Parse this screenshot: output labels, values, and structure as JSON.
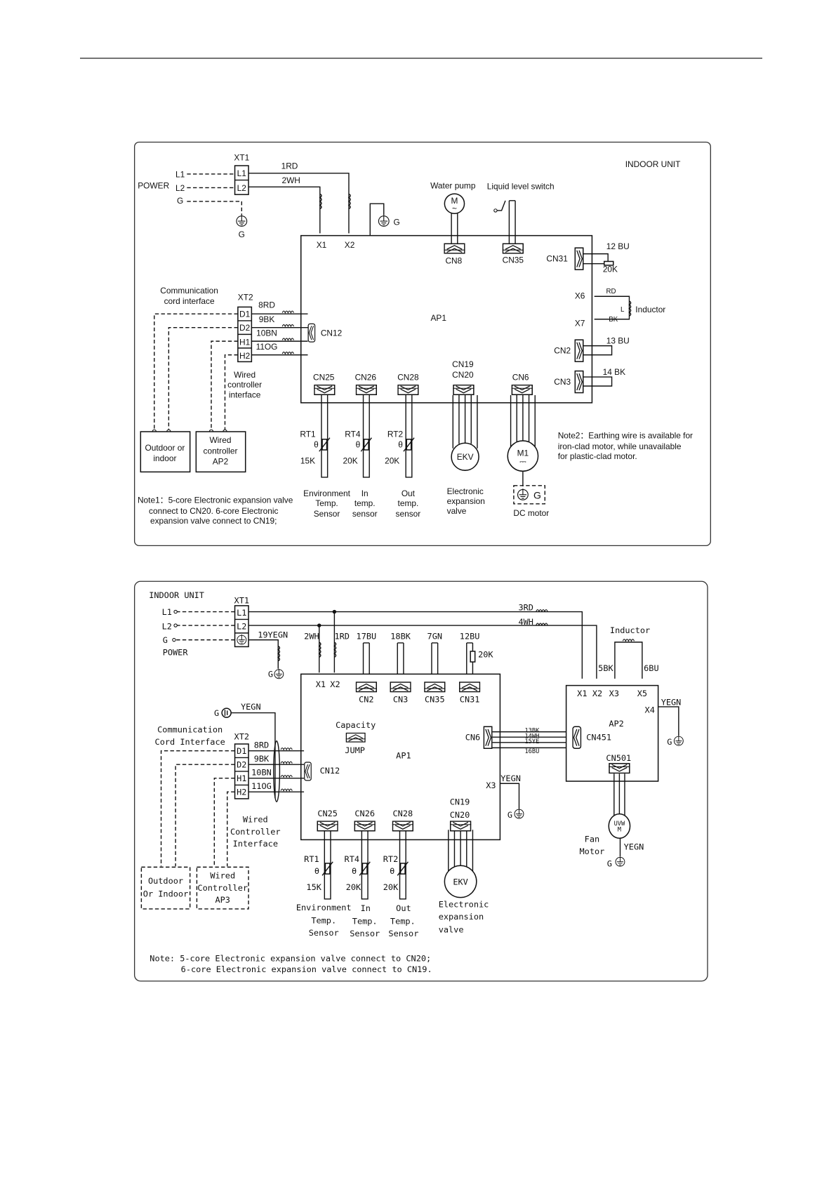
{
  "diagram1": {
    "title": "INDOOR UNIT",
    "power": "POWER",
    "l1": "L1",
    "l2": "L2",
    "g": "G",
    "xt1": "XT1",
    "xt1_l1": "L1",
    "xt1_l2": "L2",
    "wire_1rd": "1RD",
    "wire_2wh": "2WH",
    "x1": "X1",
    "x2": "X2",
    "ground_g": "G",
    "ground_g2": "G",
    "water_pump": "Water pump",
    "pump_m": "M",
    "pump_tilde": "~",
    "liquid_switch": "Liquid level switch",
    "cn8": "CN8",
    "cn35": "CN35",
    "cn31": "CN31",
    "bu12": "12  BU",
    "r20k": "20K",
    "x6": "X6",
    "x7": "X7",
    "rd": "RD",
    "bk": "BK",
    "l": "L",
    "inductor": "Inductor",
    "cn2": "CN2",
    "bu13": "13  BU",
    "cn3": "CN3",
    "bk14": "14  BK",
    "ap1": "AP1",
    "comm_1": "Communication",
    "comm_2": "cord interface",
    "xt2": "XT2",
    "d1": "D1",
    "d2": "D2",
    "h1": "H1",
    "h2": "H2",
    "w8": "8RD",
    "w9": "9BK",
    "w10": "10BN",
    "w11": "11OG",
    "cn12": "CN12",
    "wci_1": "Wired",
    "wci_2": "controller",
    "wci_3": "interface",
    "outdoor_1": "Outdoor or",
    "outdoor_2": "indoor",
    "wired_1": "Wired",
    "wired_2": "controller",
    "wired_3": "AP2",
    "cn25": "CN25",
    "cn26": "CN26",
    "cn28": "CN28",
    "cn19": "CN19",
    "cn20": "CN20",
    "cn6": "CN6",
    "rt1": "RT1",
    "rt4": "RT4",
    "rt2": "RT2",
    "theta": "θ",
    "k15": "15K",
    "k20a": "20K",
    "k20b": "20K",
    "ekv": "EKV",
    "m1": "M1",
    "dc": "⎓",
    "motor_g": "G",
    "env_1": "Environment",
    "env_2": "Temp.",
    "env_3": "Sensor",
    "in_1": "In",
    "in_2": "temp.",
    "in_3": "sensor",
    "out_1": "Out",
    "out_2": "temp.",
    "out_3": "sensor",
    "eev_1": "Electronic",
    "eev_2": "expansion",
    "eev_3": "valve",
    "dc_motor": "DC motor",
    "note2_1": "Note2：Earthing wire is available for",
    "note2_2": "iron-clad motor, while unavailable",
    "note2_3": "for plastic-clad motor.",
    "note1_1": "Note1：5-core Electronic expansion valve",
    "note1_2": "connect to CN20. 6-core Electronic",
    "note1_3": "expansion valve connect to CN19;"
  },
  "diagram2": {
    "title": "INDOOR UNIT",
    "xt1": "XT1",
    "l1": "L1",
    "l2": "L2",
    "g": "G",
    "power": "POWER",
    "xt1_l1": "L1",
    "xt1_l2": "L2",
    "w19": "19YEGN",
    "g_a": "G",
    "w3": "3RD",
    "w4": "4WH",
    "w2wh": "2WH",
    "w1rd": "1RD",
    "w17": "17BU",
    "w18": "18BK",
    "w7": "7GN",
    "w12": "12BU",
    "r20k": "20K",
    "x1": "X1",
    "x2": "X2",
    "cn2": "CN2",
    "cn3": "CN3",
    "cn35": "CN35",
    "cn31": "CN31",
    "g_b": "G",
    "yegn_a": "YEGN",
    "comm_1": "Communication",
    "comm_2": "Cord Interface",
    "xt2": "XT2",
    "d1": "D1",
    "d2": "D2",
    "h1": "H1",
    "h2": "H2",
    "w8": "8RD",
    "w9": "9BK",
    "w10": "10BN",
    "w11": "11OG",
    "cn12": "CN12",
    "capacity": "Capacity",
    "jump": "JUMP",
    "ap1": "AP1",
    "cn6": "CN6",
    "w13": "13BK",
    "w14": "14WH",
    "w15": "15YE",
    "w16": "16BU",
    "cn451": "CN451",
    "x3": "X3",
    "yegn_b": "YEGN",
    "g_c": "G",
    "cn19": "CN19",
    "cn20": "CN20",
    "cn25": "CN25",
    "cn26": "CN26",
    "cn28": "CN28",
    "inductor": "Inductor",
    "bk5": "5BK",
    "bu6": "6BU",
    "ap2_x1": "X1",
    "ap2_x2": "X2",
    "ap2_x3": "X3",
    "ap2_x5": "X5",
    "ap2_x4": "X4",
    "yegn_c": "YEGN",
    "g_d": "G",
    "ap2": "AP2",
    "cn501": "CN501",
    "fan_1": "Fan",
    "fan_2": "Motor",
    "yegn_d": "YEGN",
    "g_e": "G",
    "uvw": "UVW",
    "fan_m": "M",
    "rt1": "RT1",
    "rt4": "RT4",
    "rt2": "RT2",
    "theta": "θ",
    "k15": "15K",
    "k20a": "20K",
    "k20b": "20K",
    "ekv": "EKV",
    "env_1": "Environment",
    "env_2": "Temp.",
    "env_3": "Sensor",
    "in_1": "In",
    "in_2": "Temp.",
    "in_3": "Sensor",
    "out_1": "Out",
    "out_2": "Temp.",
    "out_3": "Sensor",
    "eev_1": "Electronic",
    "eev_2": "expansion",
    "eev_3": "valve",
    "wci_1": "Wired",
    "wci_2": "Controller",
    "wci_3": "Interface",
    "outdoor_1": "Outdoor",
    "outdoor_2": "Or Indoor",
    "wired_1": "Wired",
    "wired_2": "Controller",
    "wired_3": "AP3",
    "note_1": "Note: 5-core Electronic expansion valve connect to CN20;",
    "note_2": "6-core Electronic expansion valve connect to CN19."
  }
}
